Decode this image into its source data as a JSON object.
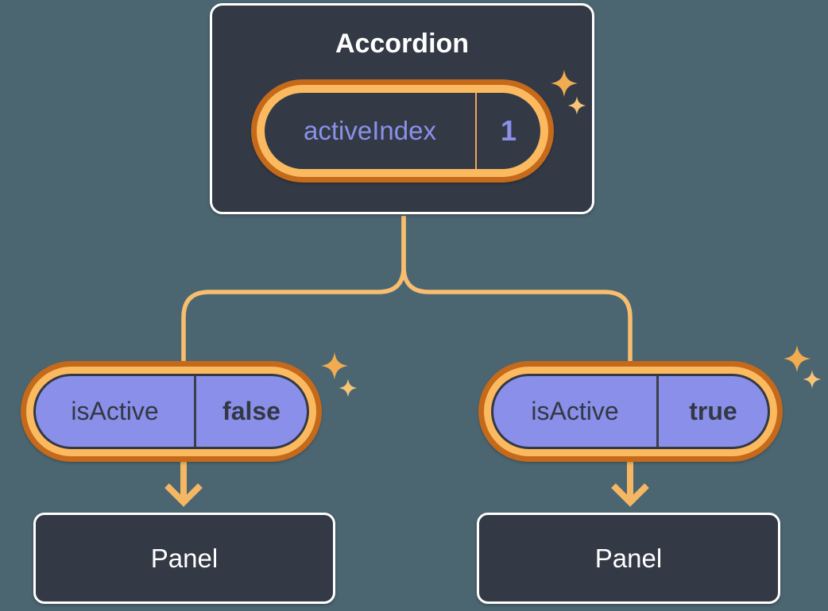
{
  "root": {
    "title": "Accordion",
    "state": {
      "name": "activeIndex",
      "value": "1"
    }
  },
  "children": [
    {
      "state": {
        "name": "isActive",
        "value": "false"
      },
      "panel_label": "Panel"
    },
    {
      "state": {
        "name": "isActive",
        "value": "true"
      },
      "panel_label": "Panel"
    }
  ],
  "colors": {
    "background": "#4C6671",
    "node_fill": "#333A45",
    "node_border": "#FFFFFF",
    "pill_fill": "#8A8FE9",
    "pill_text_dark": "#333845",
    "state_text_purple": "#8B90E9",
    "ring_outer_orange": "#C5691B",
    "ring_inner_orange": "#FBBA5F",
    "connector_line": "#F8BE6F",
    "arrow": "#F5B763",
    "sparkle_large": "#F1AB51",
    "sparkle_small": "#F7C475"
  }
}
